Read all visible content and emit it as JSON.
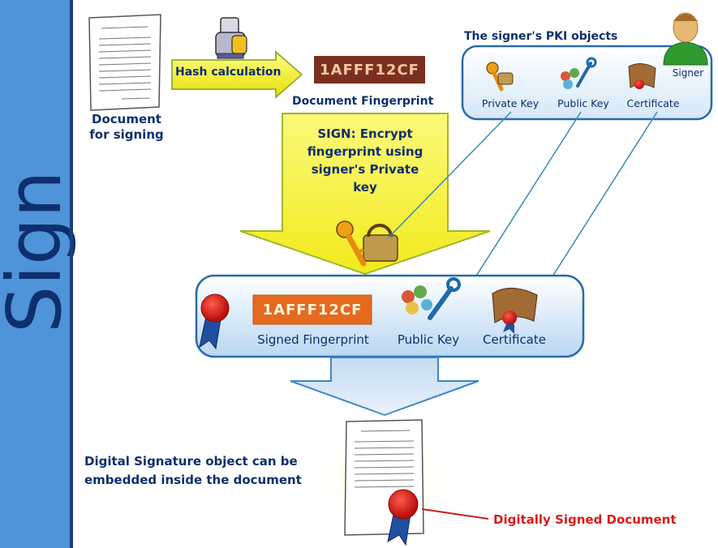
{
  "sidebar": {
    "title": "Sign"
  },
  "hash_step": {
    "label": "Hash calculation"
  },
  "document": {
    "caption": "Document for signing"
  },
  "fingerprint": {
    "value": "1AFFF12CF",
    "caption": "Document Fingerprint"
  },
  "pki": {
    "title": "The signer's PKI objects",
    "signer_label": "Signer",
    "private_key_label": "Private Key",
    "public_key_label": "Public Key",
    "certificate_label": "Certificate"
  },
  "sign_step": {
    "text": "SIGN: Encrypt fingerprint using signer's Private key"
  },
  "signature_object": {
    "fingerprint_value": "1AFFF12CF",
    "signed_fingerprint_label": "Signed Fingerprint",
    "public_key_label": "Public Key",
    "certificate_label": "Certificate"
  },
  "embed_note": "Digital Signature object can be embedded inside the document",
  "signed_doc_label": "Digitally Signed Document",
  "colors": {
    "sidebar": "#4f93d9",
    "text_navy": "#0d2f6e",
    "arrow_yellow": "#f7f23a",
    "fingerprint_bg": "#7a2f22",
    "signed_fp_bg": "#e46a1f",
    "signed_doc_red": "#d81b1b"
  }
}
